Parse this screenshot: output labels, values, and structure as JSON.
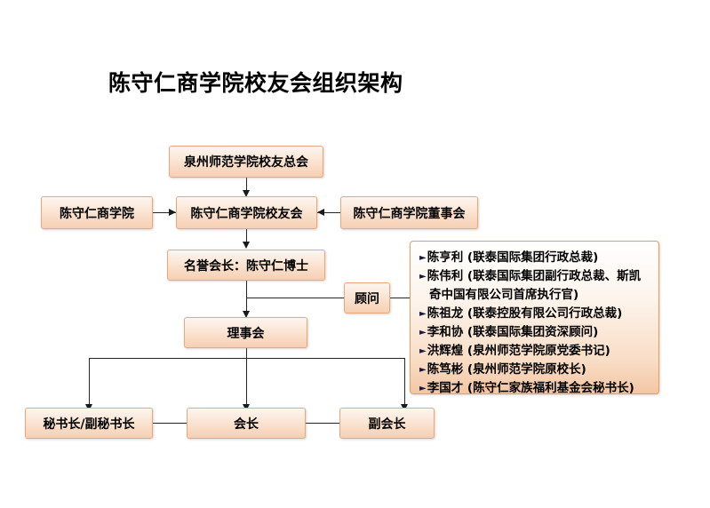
{
  "title": "陈守仁商学院校友会组织架构",
  "nodes": {
    "top_alumni_general": "泉州师范学院校友总会",
    "business_school": "陈守仁商学院",
    "alumni_association": "陈守仁商学院校友会",
    "board_of_directors": "陈守仁商学院董事会",
    "honorary_president": "名誉会长：陈守仁博士",
    "advisor": "顾问",
    "council": "理事会",
    "secretary_general": "秘书长/副秘书长",
    "president": "会长",
    "vice_president": "副会长"
  },
  "advisor_panel": {
    "bullet": "►",
    "items": [
      "陈亨利 (联泰国际集团行政总裁)",
      "陈伟利 (联泰国际集团副行政总裁、斯凯奇中国有限公司首席执行官)",
      "陈祖龙 (联泰控股有限公司行政总裁)",
      "李和协 (联泰国际集团资深顾问)",
      "洪辉煌 (泉州师范学院原党委书记)",
      "陈笃彬 (泉州师范学院原校长)",
      "李国才 (陈守仁家族福利基金会秘书长)"
    ]
  },
  "colors": {
    "node_border": "#e8a87c",
    "node_fill_top": "#fdf6f0",
    "node_fill_bottom": "#f6cfb3",
    "panel_border": "#e79c63",
    "connector": "#262626",
    "text": "#000000"
  }
}
